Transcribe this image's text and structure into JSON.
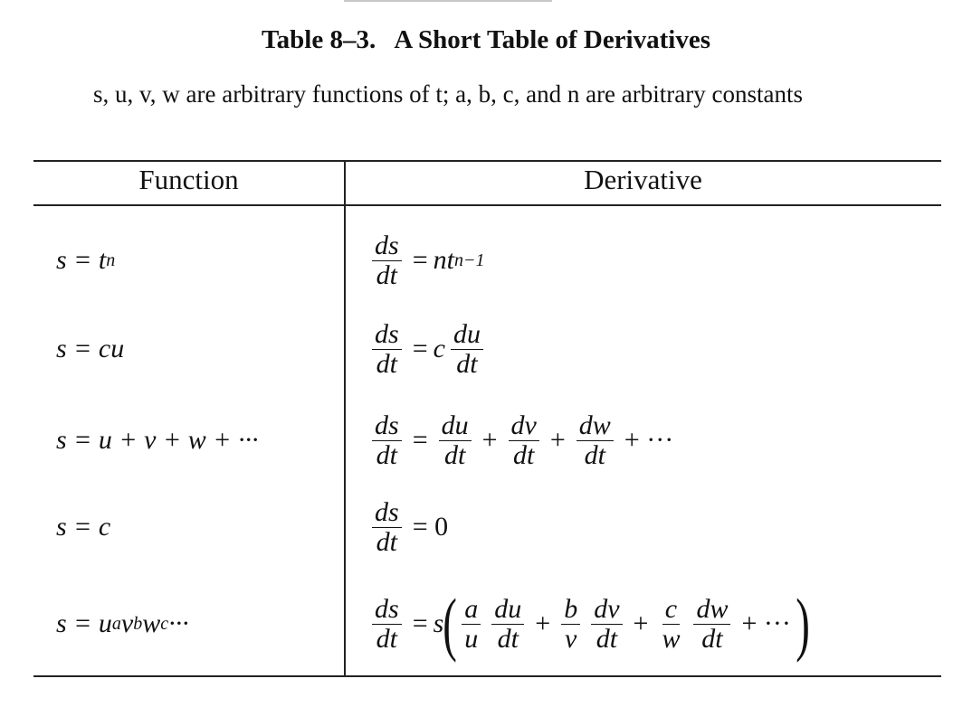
{
  "title": "Table 8–3.   A Short Table of Derivatives",
  "subtitle": "s, u, v, w are arbitrary functions of t; a, b, c, and n are arbitrary constants",
  "headers": {
    "function": "Function",
    "derivative": "Derivative"
  },
  "rows": [
    {
      "fn": [
        {
          "t": "s = t"
        },
        {
          "sup": "n"
        }
      ],
      "dv": [
        {
          "frac": [
            "ds",
            "dt"
          ]
        },
        {
          "op": "="
        },
        {
          "t": "nt"
        },
        {
          "sup": "n−1"
        }
      ]
    },
    {
      "fn": [
        {
          "t": "s = cu"
        }
      ],
      "dv": [
        {
          "frac": [
            "ds",
            "dt"
          ]
        },
        {
          "op": "="
        },
        {
          "t": "c"
        },
        {
          "frac": [
            "du",
            "dt"
          ]
        }
      ]
    },
    {
      "fn": [
        {
          "t": "s = u + v + w + ···"
        }
      ],
      "dv": [
        {
          "frac": [
            "ds",
            "dt"
          ]
        },
        {
          "op": "="
        },
        {
          "frac": [
            "du",
            "dt"
          ]
        },
        {
          "op": "+"
        },
        {
          "frac": [
            "dv",
            "dt"
          ]
        },
        {
          "op": "+"
        },
        {
          "frac": [
            "dw",
            "dt"
          ]
        },
        {
          "op": "+ ···"
        }
      ]
    },
    {
      "fn": [
        {
          "t": "s = c"
        }
      ],
      "dv": [
        {
          "frac": [
            "ds",
            "dt"
          ]
        },
        {
          "op": "= 0"
        }
      ]
    },
    {
      "fn": [
        {
          "t": "s = u"
        },
        {
          "sup": "a"
        },
        {
          "t": "v"
        },
        {
          "sup": "b"
        },
        {
          "t": "w"
        },
        {
          "sup": "c"
        },
        {
          "t": " ···"
        }
      ],
      "dv": [
        {
          "frac": [
            "ds",
            "dt"
          ]
        },
        {
          "op": "="
        },
        {
          "t": "s"
        },
        {
          "paren": "("
        },
        {
          "frac": [
            "a",
            "u"
          ]
        },
        {
          "frac": [
            "du",
            "dt"
          ]
        },
        {
          "op": "+"
        },
        {
          "frac": [
            "b",
            "v"
          ]
        },
        {
          "frac": [
            "dv",
            "dt"
          ]
        },
        {
          "op": "+"
        },
        {
          "frac": [
            "c",
            "w"
          ]
        },
        {
          "frac": [
            "dw",
            "dt"
          ]
        },
        {
          "op": "+ ···"
        },
        {
          "paren": ")"
        }
      ]
    }
  ]
}
